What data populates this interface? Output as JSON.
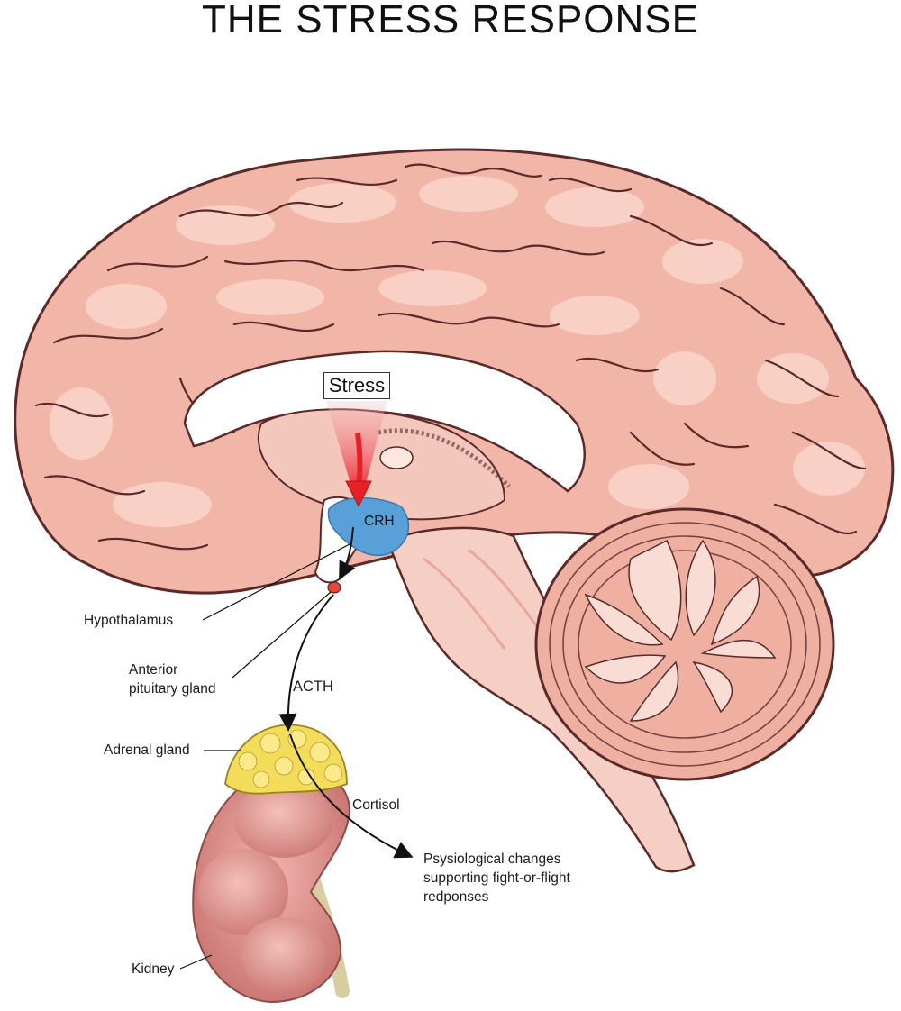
{
  "title": "THE STRESS RESPONSE",
  "labels": {
    "stress": "Stress",
    "crh": "CRH",
    "hypothalamus": "Hypothalamus",
    "anterior_line1": "Anterior",
    "anterior_line2": "pituitary gland",
    "acth": "ACTH",
    "adrenal": "Adrenal gland",
    "cortisol": "Cortisol",
    "effects_line1": "Psysiological changes",
    "effects_line2": "supporting fight-or-flight",
    "effects_line3": "redponses",
    "kidney": "Kidney"
  },
  "colors": {
    "brain": "#f2b6a8",
    "brain_light": "#f9d3c8",
    "brain_outline": "#5a2a2a",
    "hypothalamus": "#5aa0d8",
    "stress_arrow": "#e8202a",
    "adrenal": "#f3dc5a",
    "kidney": "#d98784",
    "ureter": "#d8cca0"
  }
}
